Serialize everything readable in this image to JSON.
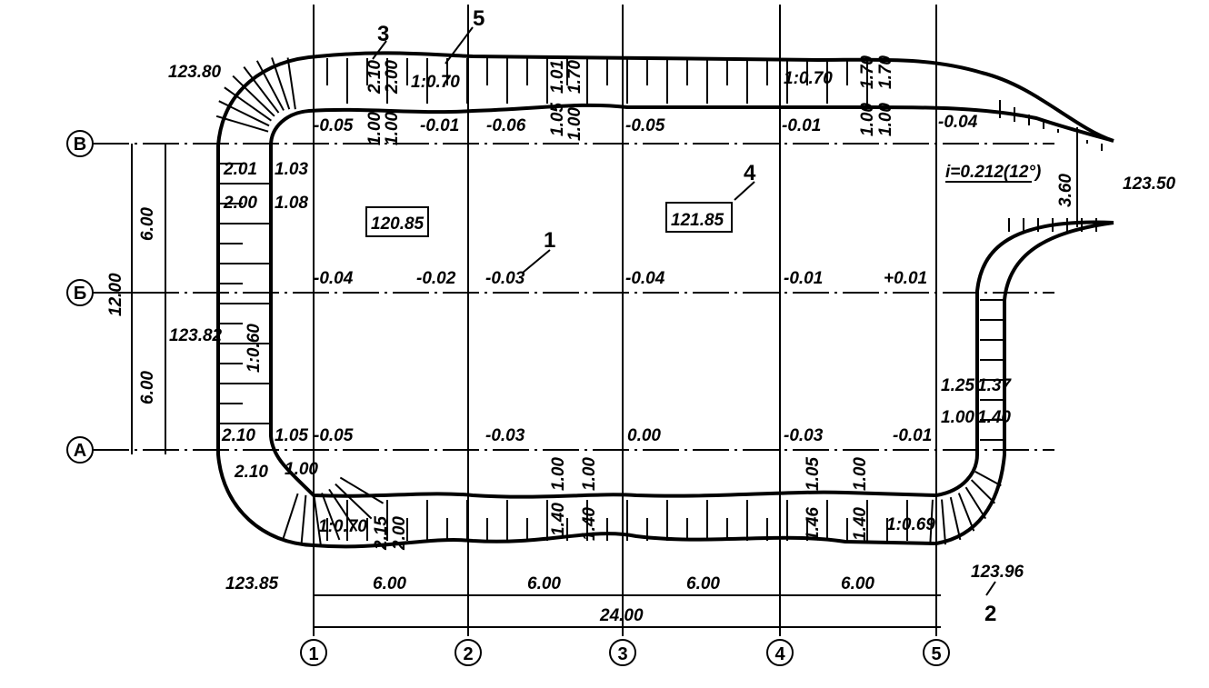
{
  "axes": {
    "columns": [
      "1",
      "2",
      "3",
      "4",
      "5"
    ],
    "rows": [
      "В",
      "Б",
      "А"
    ]
  },
  "callouts": {
    "c1": "1",
    "c2": "2",
    "c3": "3",
    "c4": "4",
    "c5": "5"
  },
  "platforms": {
    "left": "120.85",
    "right": "121.85"
  },
  "corner_elevations": {
    "top_left": "123.80",
    "right_outlet": "123.50",
    "left_mid": "123.82",
    "bottom_left": "123.85",
    "bottom_right": "123.96"
  },
  "slope_note": "i=0.212(12°)",
  "outlet_width": "3.60",
  "dimensions": {
    "span": "6.00",
    "total_width": "24.00",
    "half_height": "6.00",
    "total_height": "12.00"
  },
  "top_band": [
    "2.10",
    "2.00",
    "1:0.70",
    "1.01",
    "1.70",
    "1:0.70",
    "1.70",
    "1.70"
  ],
  "top_inner": [
    "-0.05",
    "1.00",
    "1.00",
    "-0.01",
    "-0.06",
    "1.05",
    "1.00",
    "-0.05",
    "-0.01",
    "1.00",
    "1.00",
    "-0.04"
  ],
  "left_band": [
    "2.01",
    "1.03",
    "2.00",
    "1.08",
    "1:0.60"
  ],
  "middle_row": [
    "-0.04",
    "-0.02",
    "-0.03",
    "-0.04",
    "-0.01",
    "+0.01"
  ],
  "row_a": [
    "2.10",
    "1.05",
    "-0.05",
    "-0.03",
    "0.00",
    "-0.03",
    "-0.01"
  ],
  "right_band": [
    "1.25",
    "1.37",
    "1.00",
    "1.40"
  ],
  "bottom_inner": [
    "2.10",
    "1.00",
    "1.00",
    "1.00",
    "1.05",
    "1.00"
  ],
  "bottom_band": [
    "1:0.70",
    "2.15",
    "2.00",
    "1.40",
    "1.40",
    "1.46",
    "1.40",
    "1:0.69"
  ]
}
